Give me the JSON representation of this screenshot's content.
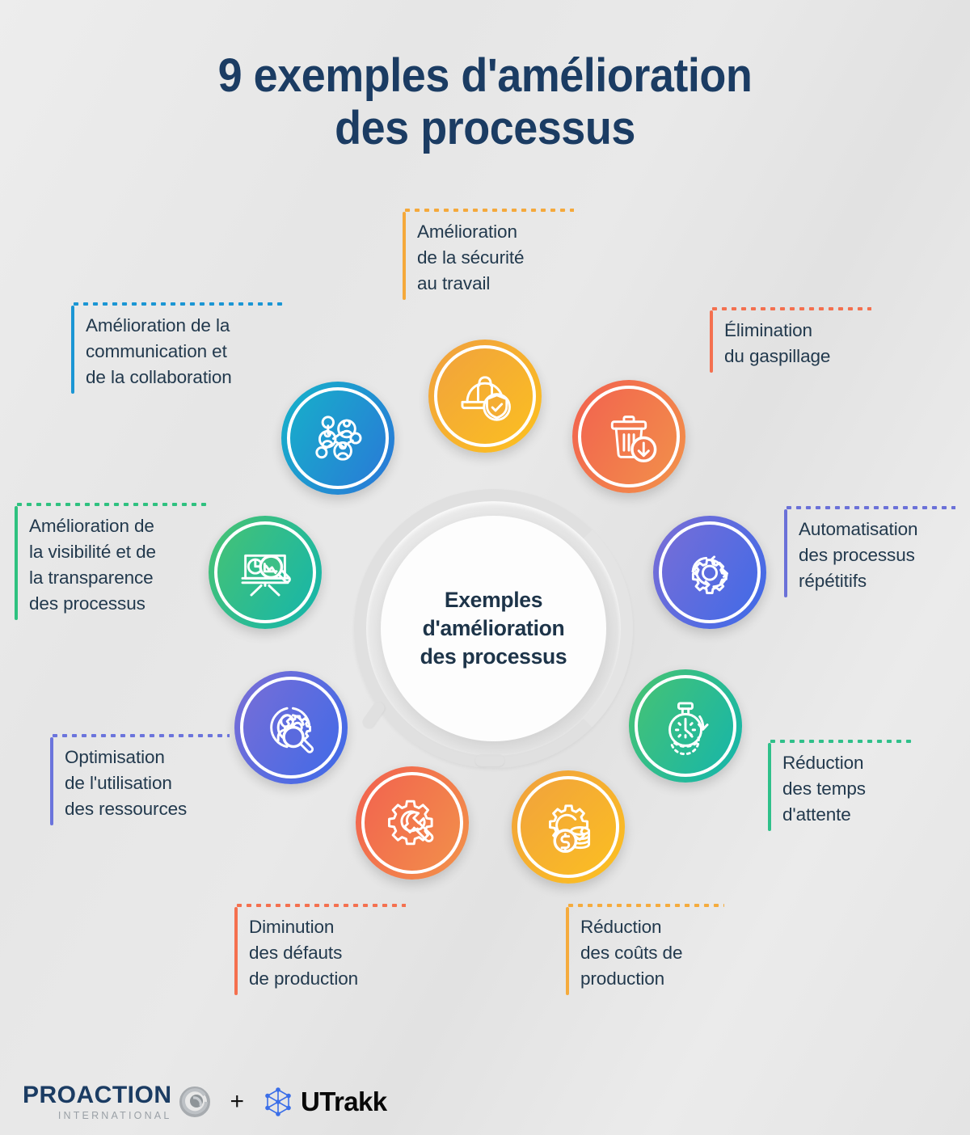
{
  "title": {
    "line1": "9 exemples d'amélioration",
    "line2": "des processus",
    "color": "#1b3c63"
  },
  "hub": {
    "line1": "Exemples",
    "line2": "d'amélioration",
    "line3": "des processus"
  },
  "items": [
    {
      "id": "securite",
      "icon": "hard-hat-shield-check-icon",
      "label_lines": [
        "Amélioration",
        "de la sécurité",
        "au travail"
      ],
      "accent": "#f5a93b",
      "gradient_from": "#f0a03f",
      "gradient_to": "#fcc11f"
    },
    {
      "id": "gaspillage",
      "icon": "trash-bin-arrow-down-icon",
      "label_lines": [
        "Élimination",
        "du gaspillage"
      ],
      "accent": "#f4704f",
      "gradient_from": "#f2604f",
      "gradient_to": "#f2934a"
    },
    {
      "id": "automatisation",
      "icon": "gear-refresh-arrows-icon",
      "label_lines": [
        "Automatisation",
        "des processus",
        "répétitifs"
      ],
      "accent": "#6b71d8",
      "gradient_from": "#7b6ed6",
      "gradient_to": "#3d6ae8"
    },
    {
      "id": "attente",
      "icon": "stopwatch-arrow-icon",
      "label_lines": [
        "Réduction",
        "des temps",
        "d'attente"
      ],
      "accent": "#2fc08a",
      "gradient_from": "#3cc06a",
      "gradient_to": "#13b5ad"
    },
    {
      "id": "couts",
      "icon": "gear-coins-dollar-icon",
      "label_lines": [
        "Réduction",
        "des coûts de",
        "production"
      ],
      "accent": "#f5ab3d",
      "gradient_from": "#f0a03f",
      "gradient_to": "#fcc11f"
    },
    {
      "id": "defauts",
      "icon": "gear-wrench-icon",
      "label_lines": [
        "Diminution",
        "des défauts",
        "de production"
      ],
      "accent": "#f4704f",
      "gradient_from": "#f2604f",
      "gradient_to": "#f2934a"
    },
    {
      "id": "ressources",
      "icon": "people-gear-magnifier-icon",
      "label_lines": [
        "Optimisation",
        "de l'utilisation",
        "des ressources"
      ],
      "accent": "#6b74dc",
      "gradient_from": "#7b6ed6",
      "gradient_to": "#3d6ae8"
    },
    {
      "id": "visibilite",
      "icon": "presentation-chart-magnifier-icon",
      "label_lines": [
        "Amélioration de",
        "la visibilité et de",
        "la transparence",
        "des processus"
      ],
      "accent": "#2ec17f",
      "gradient_from": "#49c371",
      "gradient_to": "#13b5ad"
    },
    {
      "id": "communication",
      "icon": "people-network-icon",
      "label_lines": [
        "Amélioration de la",
        "communication et",
        "de la collaboration"
      ],
      "accent": "#1b96d4",
      "gradient_from": "#16b3c9",
      "gradient_to": "#2a76d8"
    }
  ],
  "footer": {
    "proaction_name": "PROACTION",
    "proaction_sub": "INTERNATIONAL",
    "plus": "+",
    "utrakk_name": "UTrakk"
  }
}
